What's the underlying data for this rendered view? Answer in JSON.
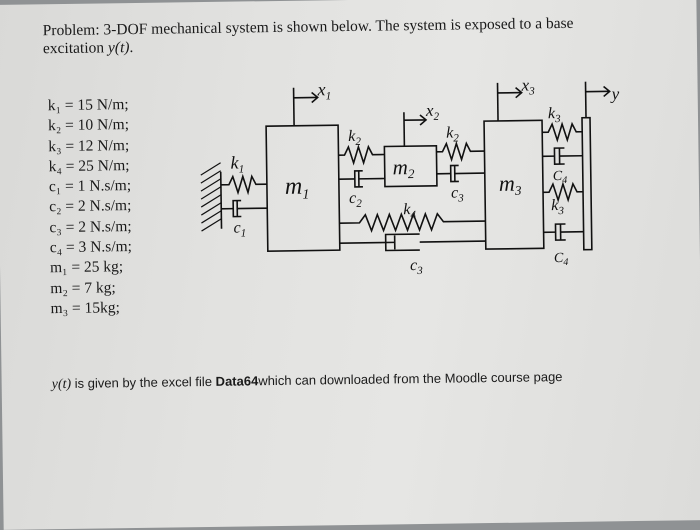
{
  "problem": {
    "line1": "Problem: 3-DOF mechanical system is shown below. The system is exposed to a base",
    "line2_prefix": "excitation ",
    "line2_var": "y(t)",
    "line2_suffix": "."
  },
  "params": [
    "k₁ = 15 N/m;",
    "k₂ = 10 N/m;",
    "k₃ = 12 N/m;",
    "k₄ = 25 N/m;",
    "c₁ = 1 N.s/m;",
    "c₂ = 2 N.s/m;",
    "c₃ = 2 N.s/m;",
    "c₄ = 3 N.s/m;",
    "m₁ = 25 kg;",
    "m₂ = 7 kg;",
    "m₃ = 15kg;"
  ],
  "diagram": {
    "x1": "x",
    "x1sub": "1",
    "x2": "x",
    "x2sub": "2",
    "x3": "x",
    "x3sub": "3",
    "y": "y",
    "k1": "k",
    "k1sub": "1",
    "c1": "c",
    "c1sub": "1",
    "m1": "m",
    "m1sub": "1",
    "m2": "m",
    "m2sub": "2",
    "m3": "m",
    "m3sub": "3",
    "k2a": "k",
    "k2asub": "2",
    "k2b": "k",
    "k2bsub": "2",
    "c2": "c",
    "c2sub": "2",
    "c3a": "c",
    "c3asub": "3",
    "c3b": "c",
    "c3bsub": "3",
    "k4": "k",
    "k4sub": "4",
    "k3a": "k",
    "k3asub": "3",
    "k3b": "k",
    "k3bsub": "3",
    "c4a": "C",
    "c4asub": "4",
    "c4b": "C",
    "c4bsub": "4"
  },
  "footer": {
    "yt": "y(t)",
    "text1": " is given by the excel file ",
    "bold": "Data64",
    "text2": "which can downloaded from the Moodle course page"
  }
}
